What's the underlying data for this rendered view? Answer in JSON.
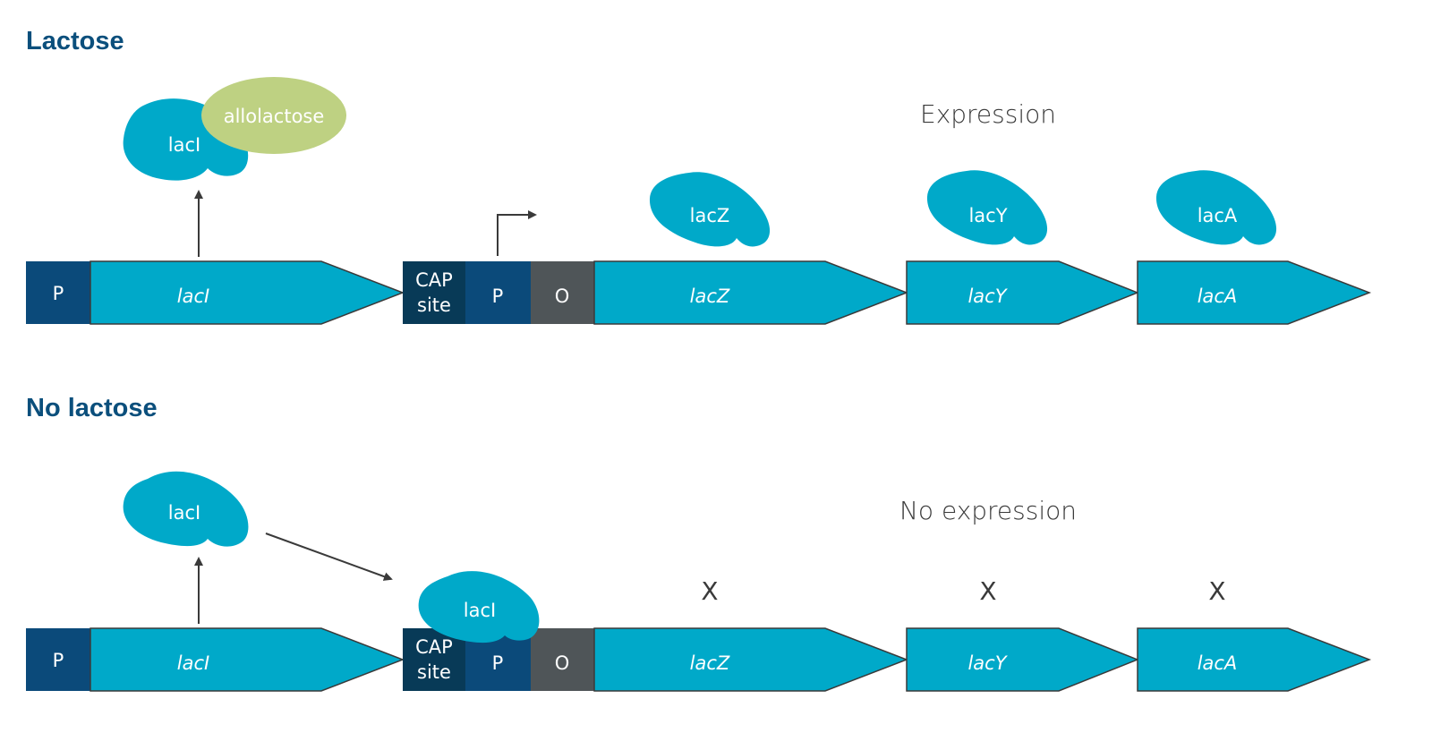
{
  "colors": {
    "promoter": "#0b4a7a",
    "cap_site": "#083a57",
    "operator": "#4f5558",
    "gene": "#00a9c9",
    "protein": "#00a9c9",
    "allolactose": "#bed182",
    "arrow": "#3a3a3a",
    "title": "#0b4f7c"
  },
  "panels": [
    {
      "title": "Lactose",
      "caption": "Expression",
      "regulator": {
        "promoter_label": "P",
        "gene_label": "lacI",
        "protein_label": "lacI",
        "inducer_label": "allolactose"
      },
      "operon": {
        "cap_label_line1": "CAP",
        "cap_label_line2": "site",
        "promoter_label": "P",
        "operator_label": "O",
        "genes": [
          "lacZ",
          "lacY",
          "lacA"
        ],
        "products": [
          "lacZ",
          "lacY",
          "lacA"
        ]
      }
    },
    {
      "title": "No lactose",
      "caption": "No expression",
      "regulator": {
        "promoter_label": "P",
        "gene_label": "lacI",
        "protein_label": "lacI",
        "bound_protein_label": "lacI"
      },
      "operon": {
        "cap_label_line1": "CAP",
        "cap_label_line2": "site",
        "promoter_label": "P",
        "operator_label": "O",
        "genes": [
          "lacZ",
          "lacY",
          "lacA"
        ],
        "blocked_marks": [
          "X",
          "X",
          "X"
        ]
      }
    }
  ]
}
